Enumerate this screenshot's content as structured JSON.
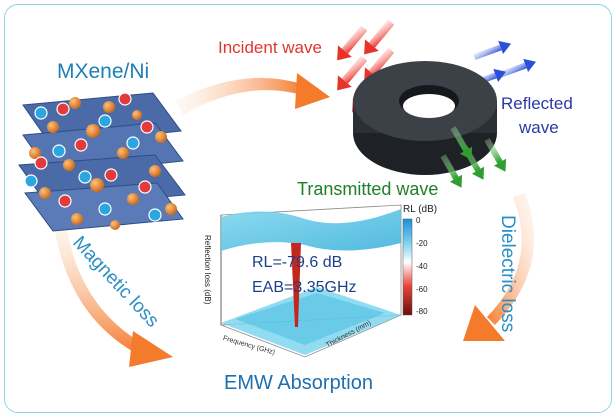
{
  "labels": {
    "material": "MXene/Ni",
    "incident": "Incident wave",
    "reflected_line1": "Reflected",
    "reflected_line2": "wave",
    "transmitted": "Transmitted wave",
    "magnetic": "Magnetic loss",
    "dielectric": "Dielectric loss",
    "result": "EMW Absorption"
  },
  "plot": {
    "rl_text": "RL=-79.6 dB",
    "eab_text": "EAB=3.35GHz",
    "colorbar_title": "RL (dB)",
    "colorbar_ticks": [
      "0",
      "-20",
      "-40",
      "-60",
      "-80"
    ],
    "z_axis_label": "Reflection loss (dB)",
    "x_axis_label": "Frequency (GHz)",
    "y_axis_label": "Thickness (mm)"
  },
  "colors": {
    "frame": "#8fd3ea",
    "curved_arrow": "#f47a2c",
    "incident_arrow": "#e8332b",
    "reflected_arrow": "#2b4fd6",
    "transmitted_arrow": "#2f9e2f",
    "ring": "#2b3035",
    "mxene_sheet": "#4a6aa8",
    "ni_particle": "#e0862a"
  }
}
